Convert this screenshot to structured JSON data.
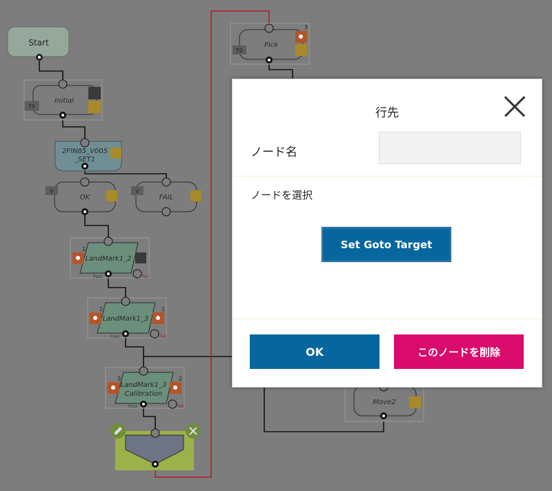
{
  "flow": {
    "start_label": "Start",
    "initial": {
      "label": "Initial",
      "tag": "T0"
    },
    "set_node": {
      "label_line1": "2FIN85_V005",
      "label_line2": "_SET1"
    },
    "ok_node": {
      "label": "OK",
      "tag": "V"
    },
    "fail_node": {
      "label": "FAIL",
      "tag": "V"
    },
    "landmark1": {
      "label": "LandMark1_2",
      "count": "1",
      "pass": "Pass",
      "fail": "Fail"
    },
    "landmark2": {
      "label": "LandMark1_3",
      "count_left": "2",
      "count_right": "1",
      "pass": "Pass",
      "fail": "Fail"
    },
    "landmark3": {
      "label_line1": "LandMark1_3",
      "label_line2": "Calibration",
      "count_left": "3",
      "count_right": "2",
      "pass": "Pass",
      "fail": "Fail"
    },
    "pick": {
      "label": "Pick",
      "tag": "T0",
      "count": "3"
    },
    "move2": {
      "label": "Move2"
    }
  },
  "dialog": {
    "title": "行先",
    "node_name_label": "ノード名",
    "node_name_value": "",
    "select_node_label": "ノードを選択",
    "goto_button": "Set Goto Target",
    "ok_button": "OK",
    "delete_button": "このノードを削除"
  },
  "colors": {
    "overlay_bg": "#7d7d7d",
    "primary_button": "#07669e",
    "delete_button": "#d90b6c",
    "connector_red": "#b0202a",
    "goto_node_green": "#9bb14a"
  }
}
